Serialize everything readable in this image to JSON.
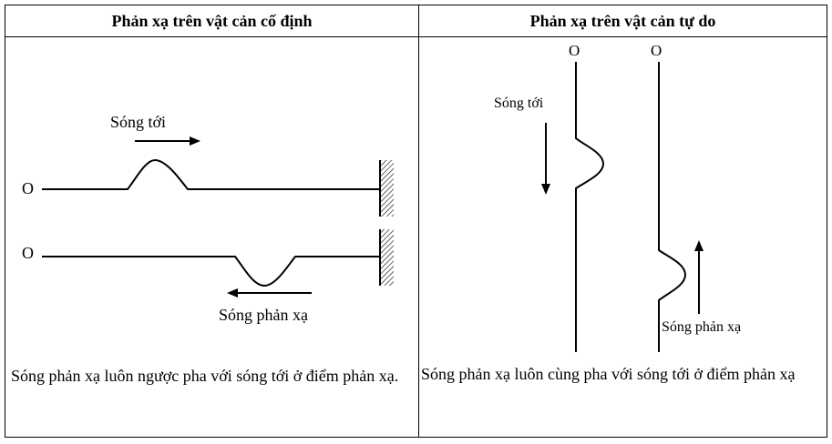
{
  "headers": {
    "left": "Phản xạ trên vật cản cố định",
    "right": "Phản xạ trên vật cản tự do"
  },
  "left_figure": {
    "origin_top": "O",
    "origin_bottom": "O",
    "incident_label": "Sóng tới",
    "reflected_label": "Sóng phản xạ"
  },
  "right_figure": {
    "origin_left": "O",
    "origin_right": "O",
    "incident_label": "Sóng tới",
    "reflected_label": "Sóng phản xạ"
  },
  "descriptions": {
    "left": "Sóng phản xạ luôn ngược pha với sóng tới ở điểm phản xạ.",
    "right": "Sóng phản xạ luôn cùng pha với sóng tới ở điểm phản xạ"
  }
}
